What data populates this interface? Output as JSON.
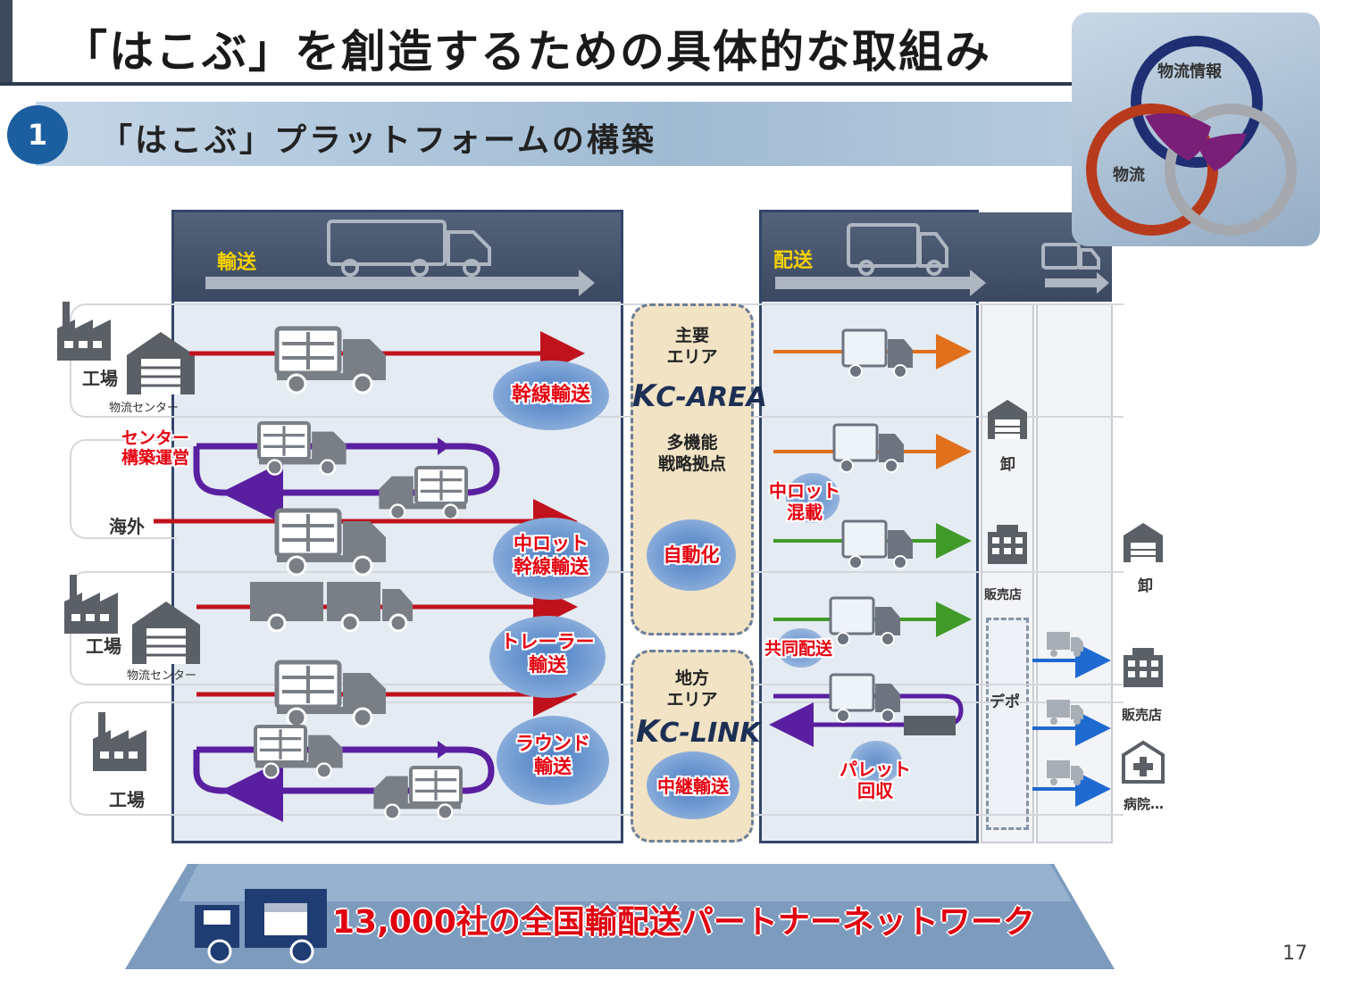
{
  "title": "「はこぶ」を創造するための具体的な取組み",
  "subtitle": {
    "number": "1",
    "text": "「はこぶ」プラットフォームの構築"
  },
  "logo": {
    "ring_top": "物流情報",
    "ring_left": "物流",
    "colors": {
      "navy": "#1f2f73",
      "red": "#b83a1c",
      "gray": "#a5a9ae",
      "overlap": "#7a1f78"
    }
  },
  "transport": {
    "header": "輸送"
  },
  "delivery": {
    "header": "配送"
  },
  "left_labels": {
    "factory1": "工場",
    "center1": "物流センター",
    "center_ops": "センター\n構築運営",
    "overseas": "海外",
    "factory2": "工場",
    "center2": "物流センター",
    "factory3": "工場"
  },
  "transport_ovals": [
    "幹線輸送",
    "中ロット\n幹線輸送",
    "トレーラー\n輸送",
    "ラウンド\n輸送"
  ],
  "hub_main": {
    "area": "主要\nエリア",
    "brand": "C-AREA",
    "function": "多機能\n戦略拠点",
    "oval": "自動化"
  },
  "hub_local": {
    "area": "地方\nエリア",
    "brand": "C-LINK",
    "oval": "中継輸送"
  },
  "delivery_labels": [
    "中ロット\n混載",
    "共同配送",
    "パレット\n回収"
  ],
  "right_col1": {
    "wholesale": "卸",
    "retail": "販売店",
    "depot": "デポ"
  },
  "right_col2": {
    "wholesale": "卸",
    "retail": "販売店",
    "hospital": "病院…"
  },
  "bottom_banner": "13,000社の全国輸配送パートナーネットワーク",
  "page_number": "17",
  "colors": {
    "trunk": "#c0121d",
    "round": "#5a1fa0",
    "delivery_orange": "#e0701c",
    "delivery_green": "#3f9a2a",
    "last_mile": "#1f6ad0"
  }
}
